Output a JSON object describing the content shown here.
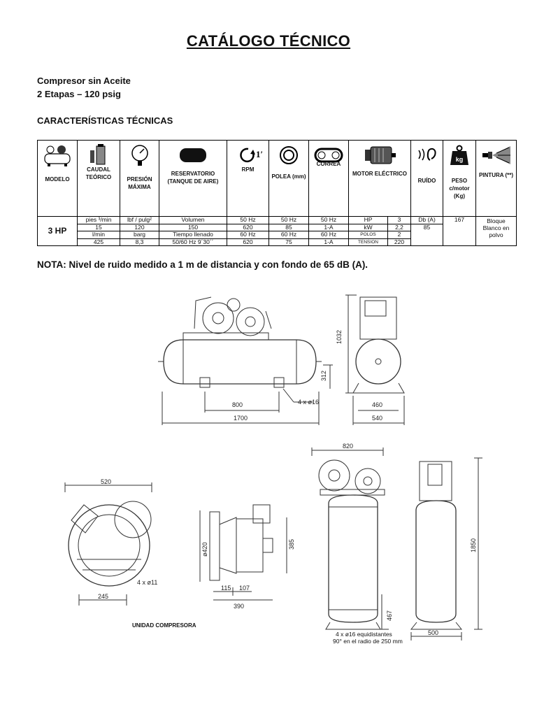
{
  "doc": {
    "title": "CATÁLOGO TÉCNICO",
    "subtitle1": "Compresor sin Aceite",
    "subtitle2": "2 Etapas – 120 psig",
    "section": "CARACTERÍSTICAS TÉCNICAS",
    "nota": "NOTA: Nivel de ruido medido a 1 m de distancia y con fondo de 65 dB (A)."
  },
  "table": {
    "headers": {
      "modelo": "MODELO",
      "caudal": "CAUDAL TEÓRICO",
      "presion": "PRESIÓN MÁXIMA",
      "reservatorio": "RESERVATORIO (TANQUE DE AIRE)",
      "rpm": "RPM",
      "polea": "POLEA (mm)",
      "correa": "CORREA",
      "motor": "MOTOR ELÉCTRICO",
      "ruido": "RUÍDO",
      "peso": "PESO c/motor (Kg)",
      "pintura": "PINTURA (**)"
    },
    "model": "3 HP",
    "rows": [
      [
        "pies ³/min",
        "lbf / pulg²",
        "Volumen",
        "50 Hz",
        "50 Hz",
        "50 Hz",
        "HP",
        "3",
        "Db (A)",
        "167"
      ],
      [
        "15",
        "120",
        "150",
        "620",
        "85",
        "1-A",
        "kW",
        "2,2",
        "85",
        ""
      ],
      [
        "l/min",
        "barg",
        "Tiempo llenado",
        "60 Hz",
        "60 Hz",
        "60 Hz",
        "POLOS",
        "2",
        "",
        ""
      ],
      [
        "425",
        "8,3",
        "50/60 Hz 9´30´´",
        "620",
        "75",
        "1-A",
        "TENSION",
        "220",
        "",
        ""
      ]
    ],
    "pintura_text": "Bloque Blanco en polvo"
  },
  "drawings": {
    "dims": {
      "h1032": "1032",
      "h312": "312",
      "w800": "800",
      "w1700": "1700",
      "holes1": "4 x ø16",
      "w460": "460",
      "w540": "540",
      "w520": "520",
      "holes2": "4 x ø11",
      "w245": "245",
      "d420": "ø420",
      "h385": "385",
      "w115": "115",
      "w107": "107",
      "w390": "390",
      "w820": "820",
      "h467": "467",
      "h1850": "1850",
      "w500": "500"
    },
    "caption_unit": "UNIDAD COMPRESORA",
    "note_holes_line1": "4 x ø16 equidistantes",
    "note_holes_line2": "90° en el radio de 250 mm"
  }
}
